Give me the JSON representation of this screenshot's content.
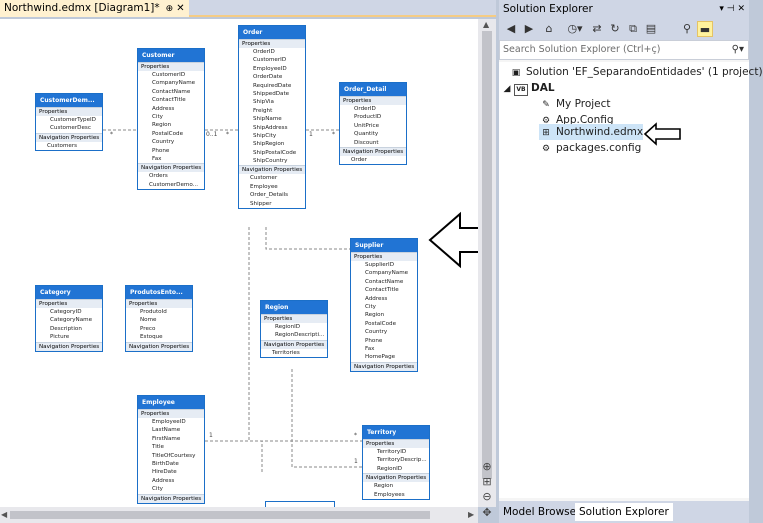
{
  "editor": {
    "tab_title": "Northwind.edmx [Diagram1]*",
    "pin": "⊕",
    "close": "✕"
  },
  "entities": {
    "customer_demographic": {
      "name": "CustomerDem...",
      "properties_label": "Properties",
      "properties": [
        "CustomerTypeID",
        "CustomerDesc"
      ],
      "nav_label": "Navigation Properties",
      "navs": [
        "Customers"
      ]
    },
    "customer": {
      "name": "Customer",
      "properties_label": "Properties",
      "properties": [
        "CustomerID",
        "CompanyName",
        "ContactName",
        "ContactTitle",
        "Address",
        "City",
        "Region",
        "PostalCode",
        "Country",
        "Phone",
        "Fax"
      ],
      "nav_label": "Navigation Properties",
      "navs": [
        "Orders",
        "CustomerDemo..."
      ]
    },
    "order": {
      "name": "Order",
      "properties_label": "Properties",
      "properties": [
        "OrderID",
        "CustomerID",
        "EmployeeID",
        "OrderDate",
        "RequiredDate",
        "ShippedDate",
        "ShipVia",
        "Freight",
        "ShipName",
        "ShipAddress",
        "ShipCity",
        "ShipRegion",
        "ShipPostalCode",
        "ShipCountry"
      ],
      "nav_label": "Navigation Properties",
      "navs": [
        "Customer",
        "Employee",
        "Order_Details",
        "Shipper"
      ]
    },
    "order_detail": {
      "name": "Order_Detail",
      "properties_label": "Properties",
      "properties": [
        "OrderID",
        "ProductID",
        "UnitPrice",
        "Quantity",
        "Discount"
      ],
      "nav_label": "Navigation Properties",
      "navs": [
        "Order"
      ]
    },
    "supplier": {
      "name": "Supplier",
      "properties_label": "Properties",
      "properties": [
        "SupplierID",
        "CompanyName",
        "ContactName",
        "ContactTitle",
        "Address",
        "City",
        "Region",
        "PostalCode",
        "Country",
        "Phone",
        "Fax",
        "HomePage"
      ],
      "nav_label": "Navigation Properties",
      "navs": []
    },
    "category": {
      "name": "Category",
      "properties_label": "Properties",
      "properties": [
        "CategoryID",
        "CategoryName",
        "Description",
        "Picture"
      ],
      "nav_label": "Navigation Properties",
      "navs": []
    },
    "produtos": {
      "name": "ProdutosEnto...",
      "properties_label": "Properties",
      "properties": [
        "ProdutoId",
        "Nome",
        "Preco",
        "Estoque"
      ],
      "nav_label": "Navigation Properties",
      "navs": []
    },
    "region": {
      "name": "Region",
      "properties_label": "Properties",
      "properties": [
        "RegionID",
        "RegionDescripti..."
      ],
      "nav_label": "Navigation Properties",
      "navs": [
        "Territories"
      ]
    },
    "employee": {
      "name": "Employee",
      "properties_label": "Properties",
      "properties": [
        "EmployeeID",
        "LastName",
        "FirstName",
        "Title",
        "TitleOfCourtesy",
        "BirthDate",
        "HireDate",
        "Address",
        "City"
      ],
      "nav_label": "Navigation Properties",
      "navs": []
    },
    "territory": {
      "name": "Territory",
      "properties_label": "Properties",
      "properties": [
        "TerritoryID",
        "TerritoryDescrip...",
        "RegionID"
      ],
      "nav_label": "Navigation Properties",
      "navs": [
        "Region",
        "Employees"
      ]
    }
  },
  "multiplicities": {
    "a": "*",
    "b": "0..1",
    "c": "1",
    "d": "*",
    "e": "1",
    "f": "*",
    "g": "*",
    "h": "1"
  },
  "solution_explorer": {
    "title": "Solution Explorer",
    "search_placeholder": "Search Solution Explorer (Ctrl+ç)",
    "solution": "Solution 'EF_SeparandoEntidades' (1 project)",
    "project": "DAL",
    "items": [
      "My Project",
      "App.Config",
      "Northwind.edmx",
      "packages.config"
    ]
  },
  "bottom_tabs": {
    "model_browser": "Model Browser",
    "solution_explorer": "Solution Explorer"
  },
  "colors": {
    "entity_header": "#2174d4",
    "selection": "#cde4f7",
    "tab_active": "#fff1d0"
  }
}
